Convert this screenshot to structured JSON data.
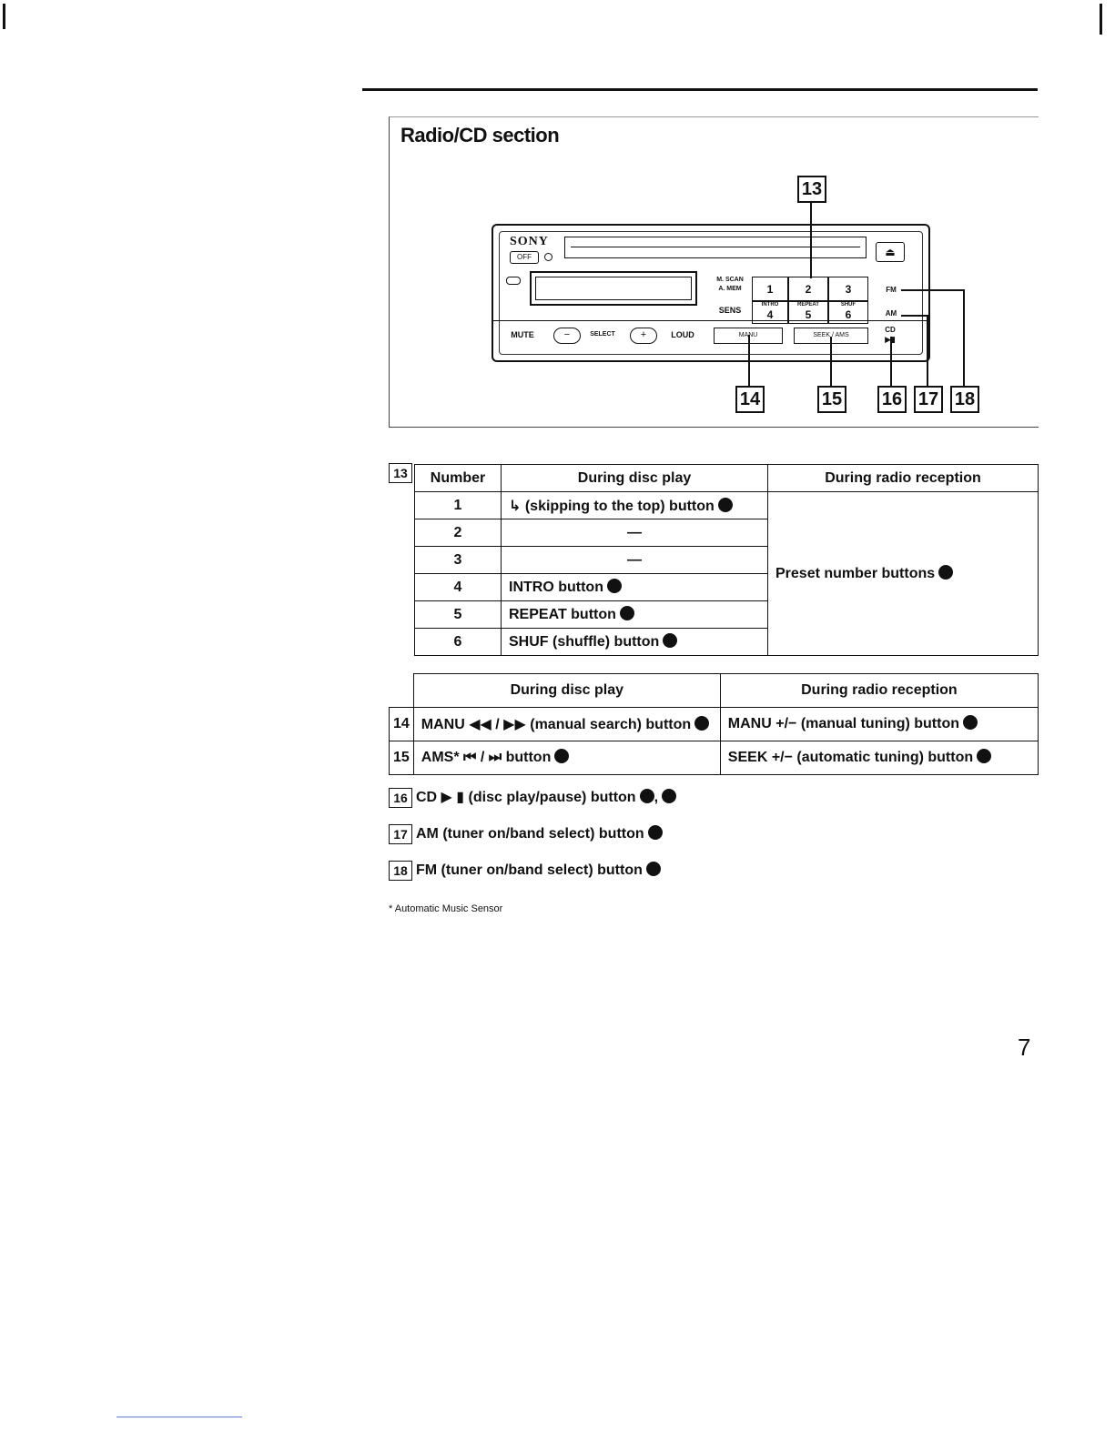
{
  "figure": {
    "title": "Radio/CD section",
    "unit": {
      "brand": "SONY",
      "off_label": "OFF",
      "m_scan": "M. SCAN",
      "a_mem": "A. MEM",
      "sens": "SENS",
      "mute": "MUTE",
      "select": "SELECT",
      "minus": "−",
      "plus": "+",
      "loud": "LOUD",
      "manu": "MANU",
      "seek": "SEEK",
      "ams": "AMS",
      "fm": "FM",
      "am": "AM",
      "cd": "CD",
      "preset_1": "1",
      "preset_2": "2",
      "preset_3": "3",
      "preset_4": "4",
      "preset_5": "5",
      "preset_6": "6",
      "intro": "INTRO",
      "repeat": "REPEAT",
      "shuf": "SHUF"
    },
    "callouts": {
      "c13": "13",
      "c14": "14",
      "c15": "15",
      "c16": "16",
      "c17": "17",
      "c18": "18"
    }
  },
  "table13": {
    "tag": "13",
    "headers": {
      "number": "Number",
      "disc": "During disc play",
      "radio": "During radio reception"
    },
    "rows": [
      {
        "number": "1",
        "disc": "↳ (skipping to the top) button"
      },
      {
        "number": "2",
        "disc": "—"
      },
      {
        "number": "3",
        "disc": "—"
      },
      {
        "number": "4",
        "disc": "INTRO button"
      },
      {
        "number": "5",
        "disc": "REPEAT button"
      },
      {
        "number": "6",
        "disc": "SHUF (shuffle) button"
      }
    ],
    "radio_text": "Preset number buttons"
  },
  "table14": {
    "headers": {
      "disc": "During disc play",
      "radio": "During radio reception"
    },
    "rows": [
      {
        "tag": "14",
        "disc": "MANU ◀◀ / ▶▶ (manual search) button",
        "radio": "MANU +/− (manual tuning) button"
      },
      {
        "tag": "15",
        "disc": "AMS* ⏮ / ⏭ button",
        "radio": "SEEK +/− (automatic tuning) button"
      }
    ]
  },
  "items": [
    {
      "tag": "16",
      "text": "CD ▶ ▮ (disc play/pause) button"
    },
    {
      "tag": "17",
      "text": "AM (tuner on/band select) button"
    },
    {
      "tag": "18",
      "text": "FM (tuner on/band select) button"
    }
  ],
  "footnote": "* Automatic Music Sensor",
  "page_number": "7"
}
